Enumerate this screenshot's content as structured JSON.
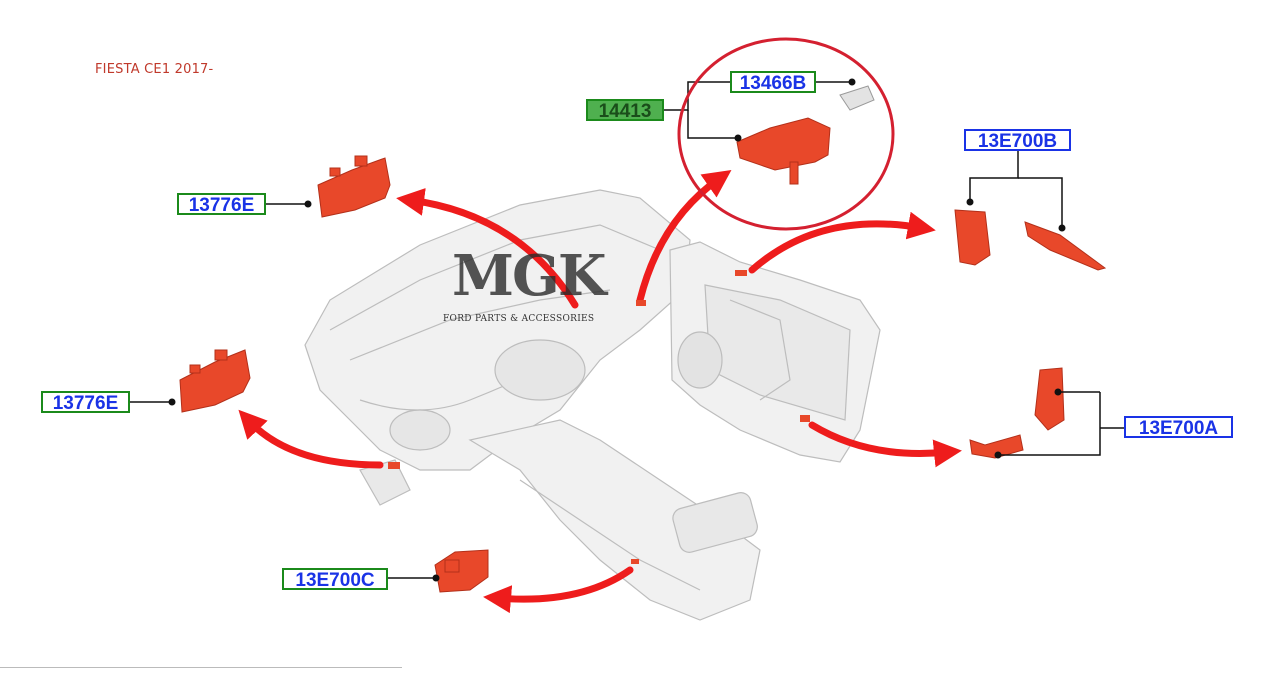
{
  "title": "FIESTA CE1 2017-",
  "watermark": {
    "logo": "MGK",
    "subtitle": "FORD PARTS & ACCESSORIES"
  },
  "labels": {
    "l_13776E_top": "13776E",
    "l_13776E_mid": "13776E",
    "l_13E700C": "13E700C",
    "l_14413": "14413",
    "l_13466B": "13466B",
    "l_13E700B": "13E700B",
    "l_13E700A": "13E700A"
  },
  "colors": {
    "part": "#e8482a",
    "arrow": "#ee1c1c",
    "circle": "#d42030",
    "label_blue": "#1a33e6",
    "label_green": "#1b8a1b"
  }
}
